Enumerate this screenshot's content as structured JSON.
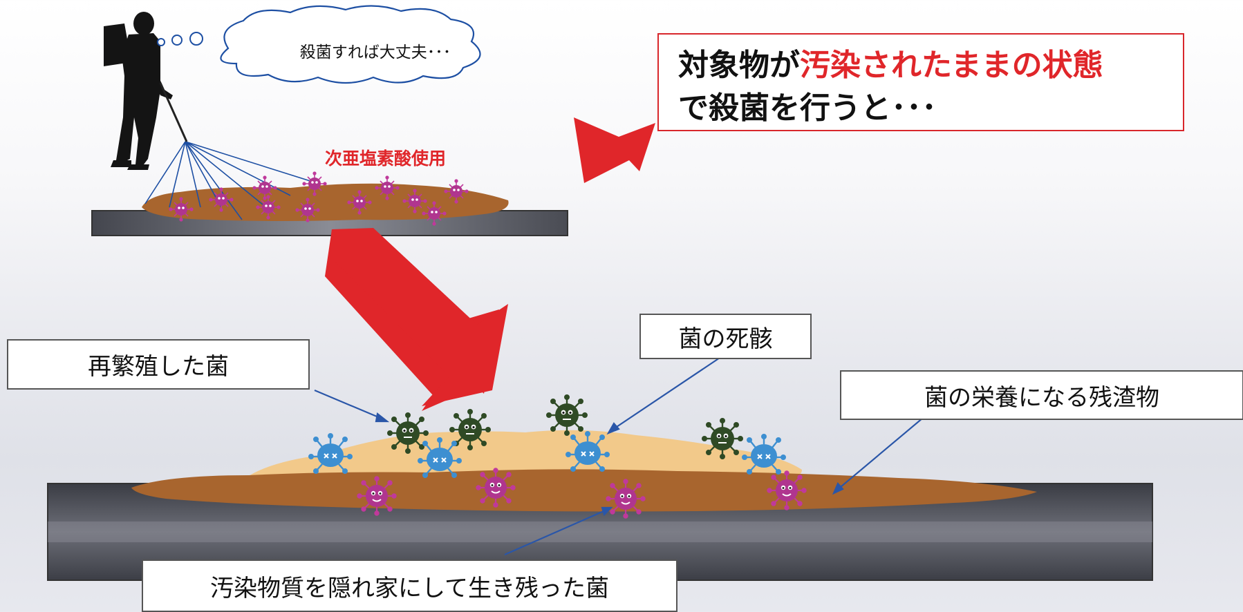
{
  "thought_bubble": {
    "text": "殺菌すれば大丈夫･･･"
  },
  "chemical_label": "次亜塩素酸使用",
  "title": {
    "line1_prefix": "対象物が",
    "line1_highlight": "汚染されたままの状態",
    "line2": "で殺菌を行うと･･･"
  },
  "labels": {
    "regrown": "再繁殖した菌",
    "dead": "菌の死骸",
    "nutrients": "菌の栄養になる残渣物",
    "survived": "汚染物質を隠れ家にして生き残った菌"
  },
  "colors": {
    "accent_red": "#e0262a",
    "dirt_brown": "#a8652e",
    "residue_tan": "#f2c98a",
    "microbe_purple": "#b0358f",
    "microbe_green": "#2f4a25",
    "microbe_blue": "#3d8fd1",
    "surface_gray": "#4d4f57"
  }
}
